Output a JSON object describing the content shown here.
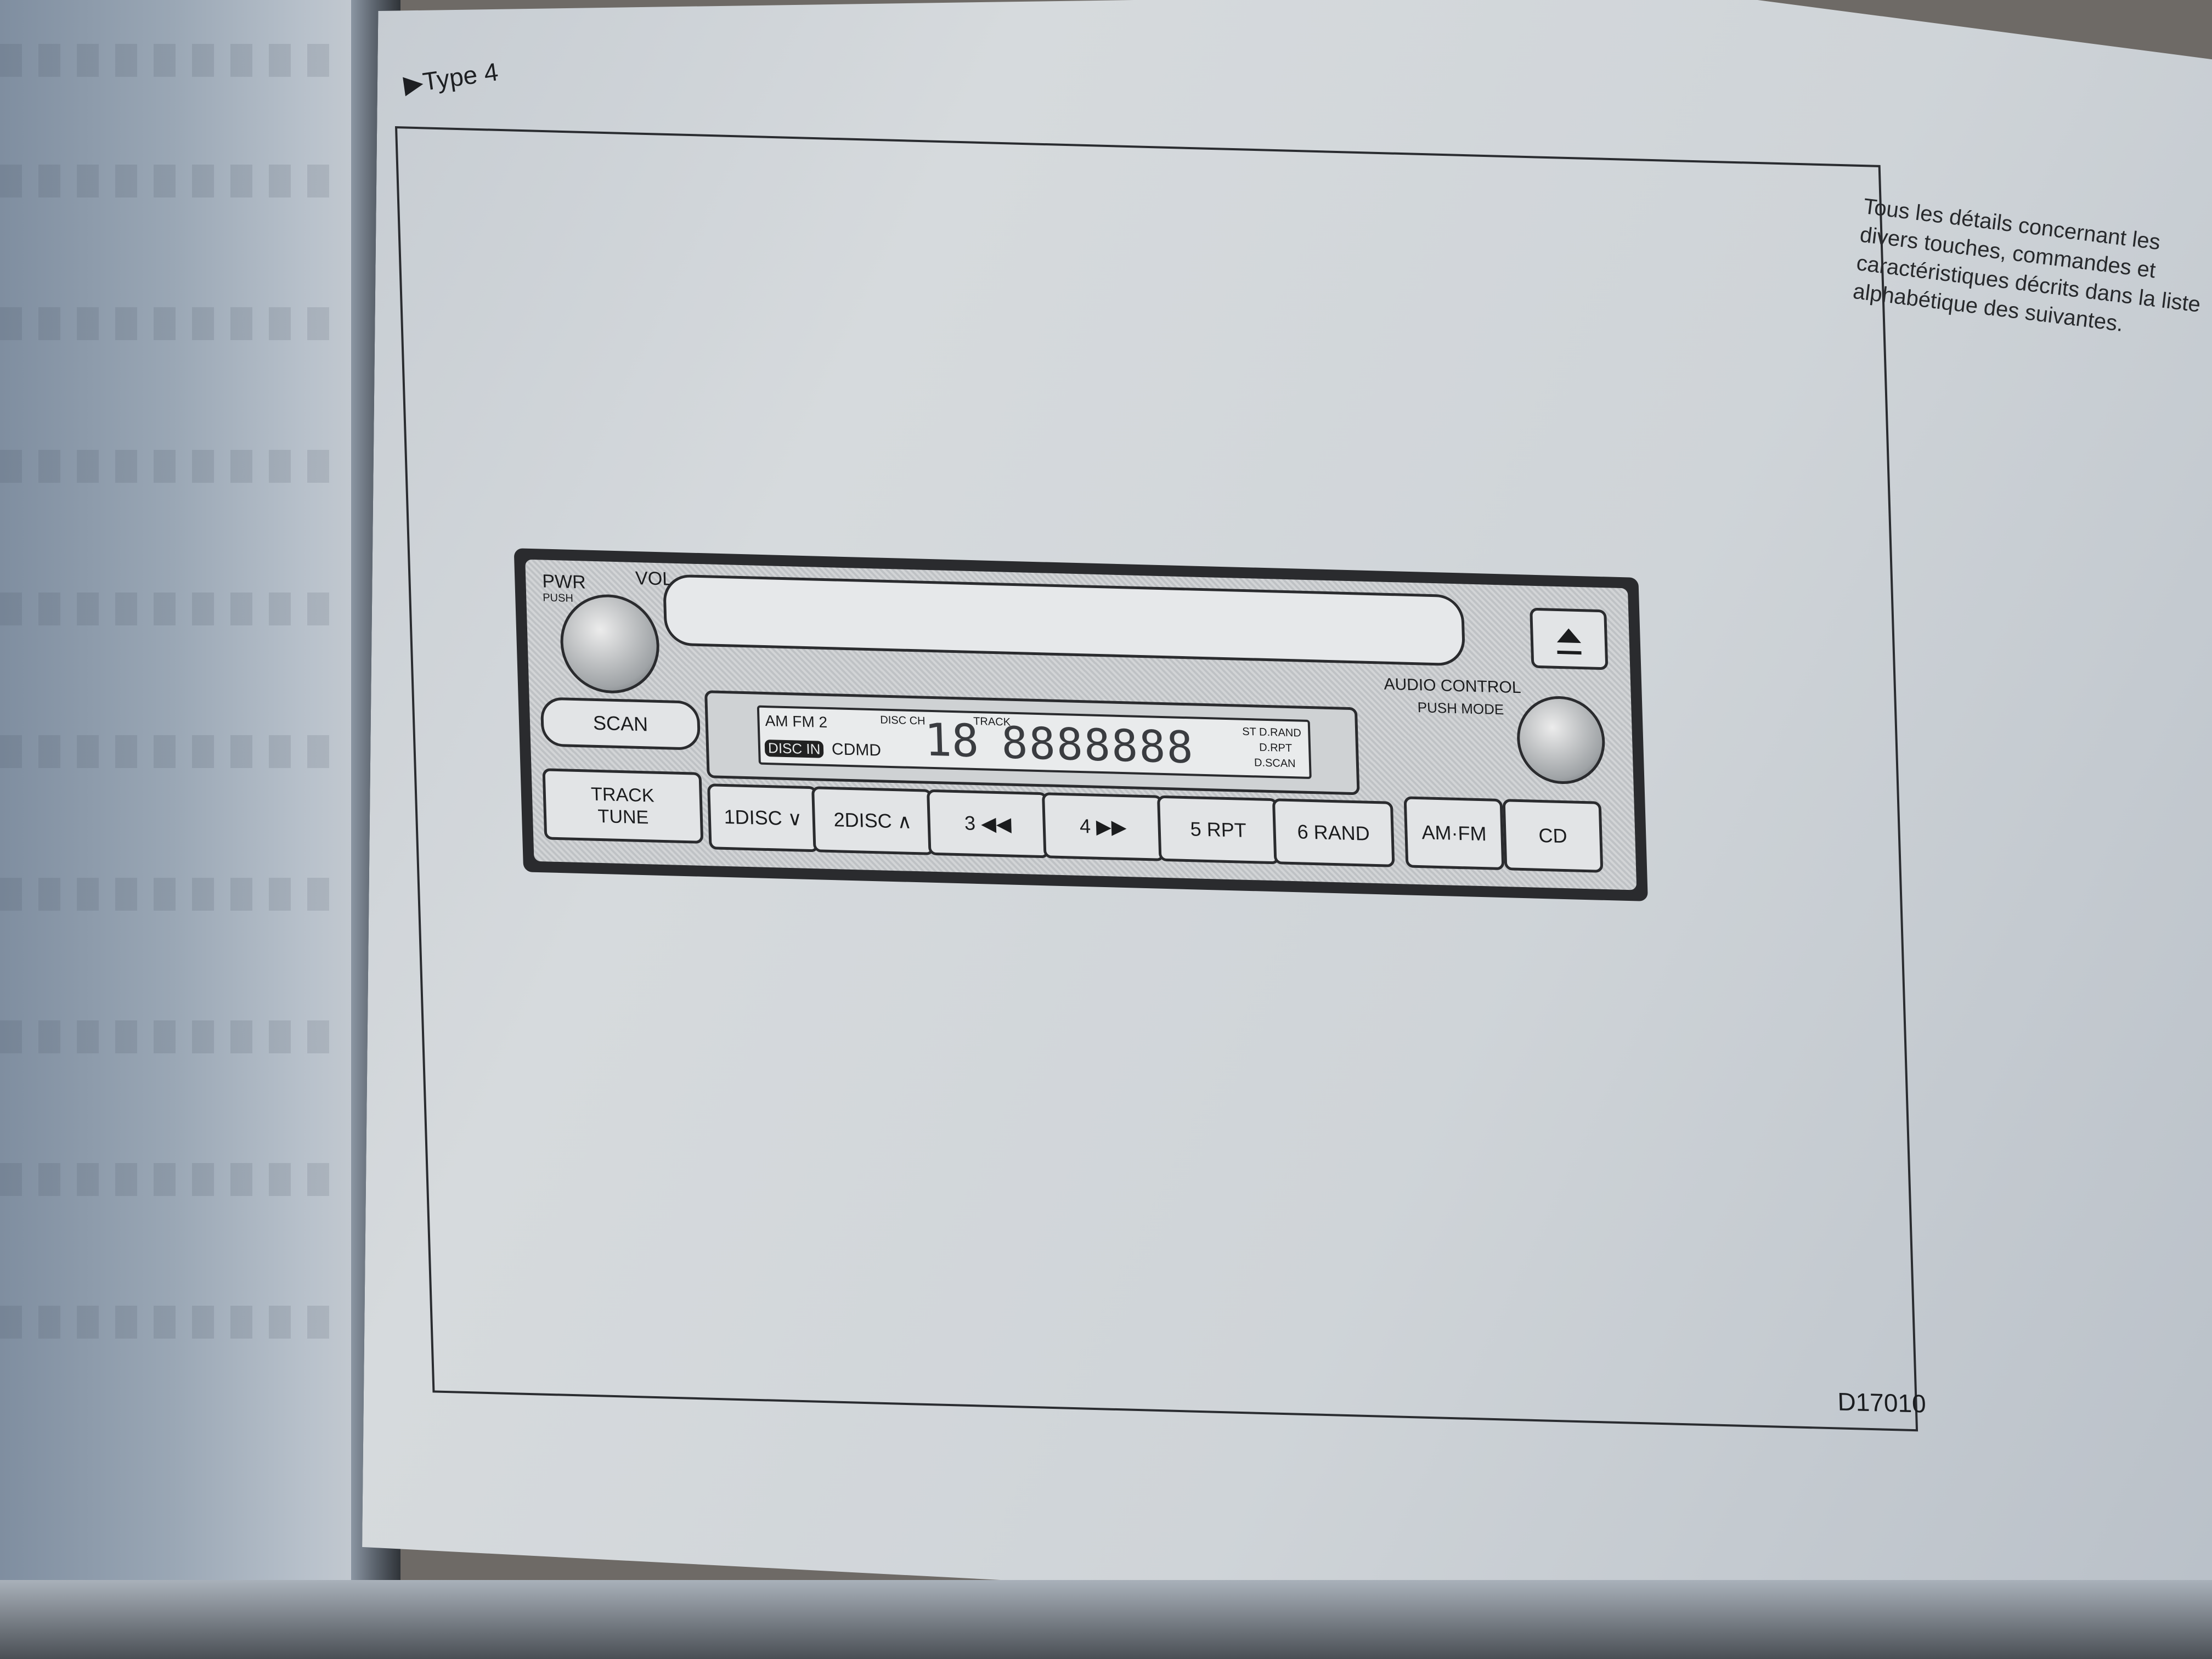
{
  "page": {
    "type_label": "▶Type 4",
    "side_text": "Tous les détails concernant les divers touches, commandes et caractéristiques décrits dans la liste alphabétique des suivantes.",
    "figure_code": "D17010"
  },
  "radio": {
    "pwr_label": "PWR",
    "push_label": "PUSH",
    "vol_label": "VOL",
    "scan_label": "SCAN",
    "track_label": "TRACK",
    "tune_label": "TUNE",
    "audio_control_label": "AUDIO CONTROL",
    "push_mode_label": "PUSH MODE",
    "eject_icon": "eject-icon",
    "presets": [
      "1DISC ∨",
      "2DISC ∧",
      "3  ◀◀",
      "4  ▶▶",
      "5  RPT",
      "6  RAND"
    ],
    "am_fm_button": "AM·FM",
    "cd_button": "CD",
    "display": {
      "am_fm": "AM FM 2",
      "disc_ch": "DISC CH",
      "disc_digits": "18",
      "track_label": "TRACK",
      "segments": "8888888",
      "st_d_rand": "ST D.RAND",
      "d_rpt": "D.RPT",
      "d_scan": "D.SCAN",
      "disc_in": "DISC IN",
      "cd_md": "CDMD"
    }
  }
}
